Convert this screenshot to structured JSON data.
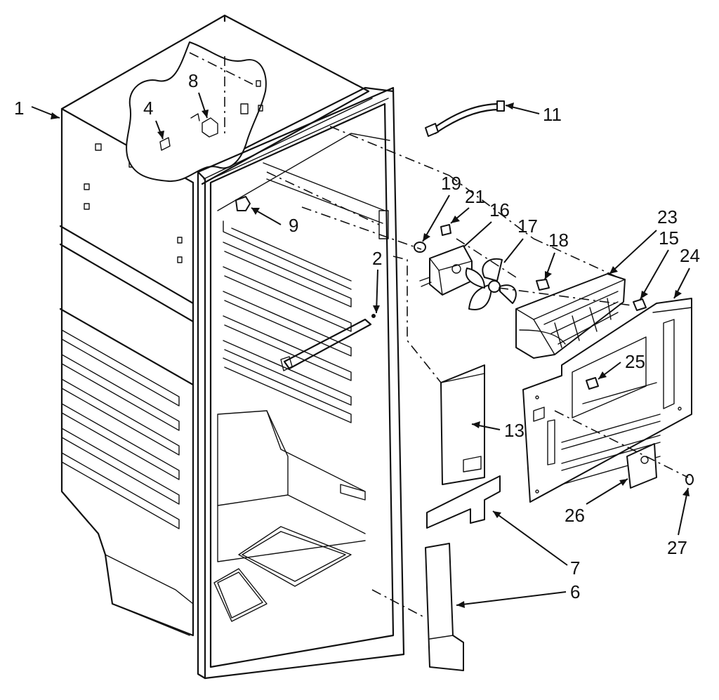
{
  "diagram": {
    "callouts": [
      {
        "id": "c1",
        "label": "1"
      },
      {
        "id": "c4",
        "label": "4"
      },
      {
        "id": "c8",
        "label": "8"
      },
      {
        "id": "c11",
        "label": "11"
      },
      {
        "id": "c9",
        "label": "9"
      },
      {
        "id": "c19",
        "label": "19"
      },
      {
        "id": "c21",
        "label": "21"
      },
      {
        "id": "c16",
        "label": "16"
      },
      {
        "id": "c17",
        "label": "17"
      },
      {
        "id": "c18",
        "label": "18"
      },
      {
        "id": "c23",
        "label": "23"
      },
      {
        "id": "c15",
        "label": "15"
      },
      {
        "id": "c24",
        "label": "24"
      },
      {
        "id": "c2",
        "label": "2"
      },
      {
        "id": "c25",
        "label": "25"
      },
      {
        "id": "c13",
        "label": "13"
      },
      {
        "id": "c26",
        "label": "26"
      },
      {
        "id": "c27",
        "label": "27"
      },
      {
        "id": "c7",
        "label": "7"
      },
      {
        "id": "c6",
        "label": "6"
      }
    ]
  }
}
